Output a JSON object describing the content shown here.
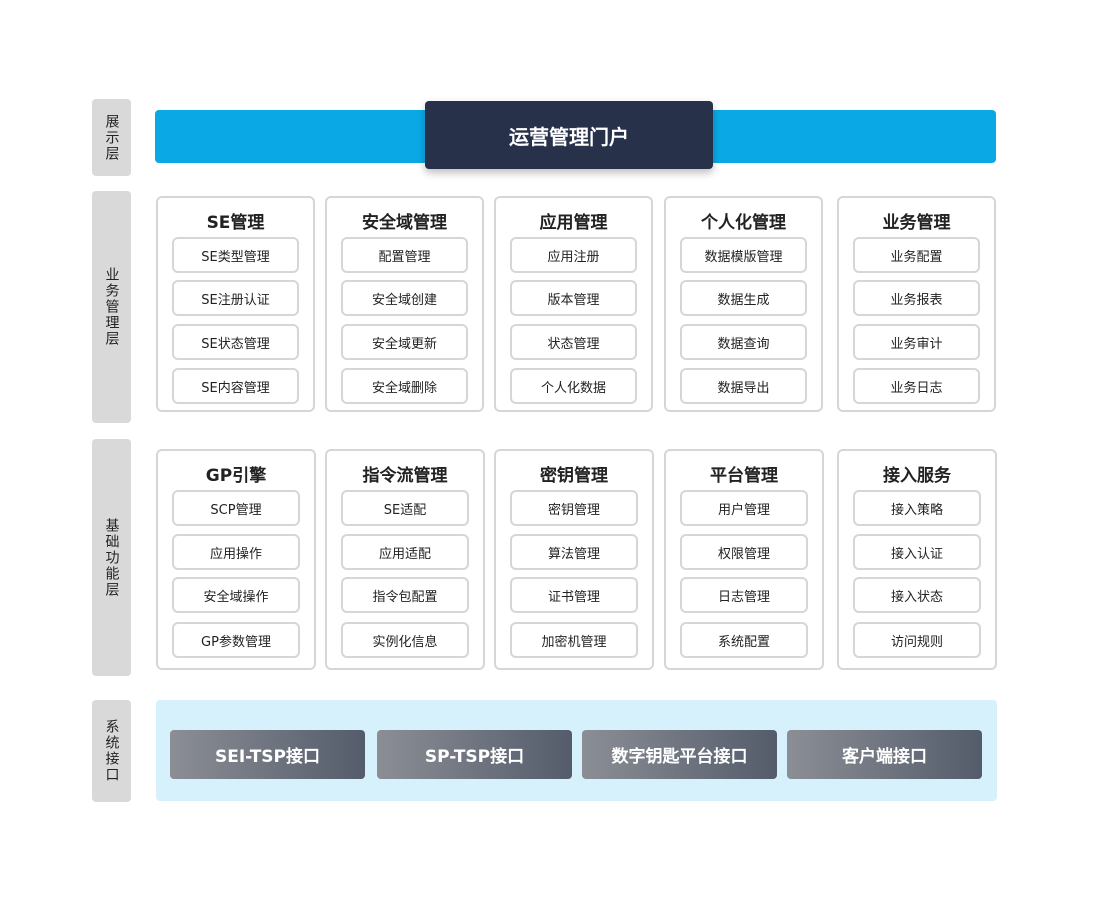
{
  "layers": {
    "presentation": "展示层",
    "business": "业务管理层",
    "foundation": "基础功能层",
    "interface": "系统接口"
  },
  "portal": {
    "title": "运营管理门户"
  },
  "business_modules": [
    {
      "title": "SE管理",
      "items": [
        "SE类型管理",
        "SE注册认证",
        "SE状态管理",
        "SE内容管理"
      ]
    },
    {
      "title": "安全域管理",
      "items": [
        "配置管理",
        "安全域创建",
        "安全域更新",
        "安全域删除"
      ]
    },
    {
      "title": "应用管理",
      "items": [
        "应用注册",
        "版本管理",
        "状态管理",
        "个人化数据"
      ]
    },
    {
      "title": "个人化管理",
      "items": [
        "数据模版管理",
        "数据生成",
        "数据查询",
        "数据导出"
      ]
    },
    {
      "title": "业务管理",
      "items": [
        "业务配置",
        "业务报表",
        "业务审计",
        "业务日志"
      ]
    }
  ],
  "foundation_modules": [
    {
      "title": "GP引擎",
      "items": [
        "SCP管理",
        "应用操作",
        "安全域操作",
        "GP参数管理"
      ]
    },
    {
      "title": "指令流管理",
      "items": [
        "SE适配",
        "应用适配",
        "指令包配置",
        "实例化信息"
      ]
    },
    {
      "title": "密钥管理",
      "items": [
        "密钥管理",
        "算法管理",
        "证书管理",
        "加密机管理"
      ]
    },
    {
      "title": "平台管理",
      "items": [
        "用户管理",
        "权限管理",
        "日志管理",
        "系统配置"
      ]
    },
    {
      "title": "接入服务",
      "items": [
        "接入策略",
        "接入认证",
        "接入状态",
        "访问规则"
      ]
    }
  ],
  "interfaces": [
    "SEI-TSP接口",
    "SP-TSP接口",
    "数字钥匙平台接口",
    "客户端接口"
  ],
  "colors": {
    "portal_bar": "#0aa9e6",
    "portal_box": "#27324a",
    "layer_label_bg": "#d9d9d9",
    "module_border": "#d6d6d6",
    "interface_panel": "#d6f1fc"
  }
}
